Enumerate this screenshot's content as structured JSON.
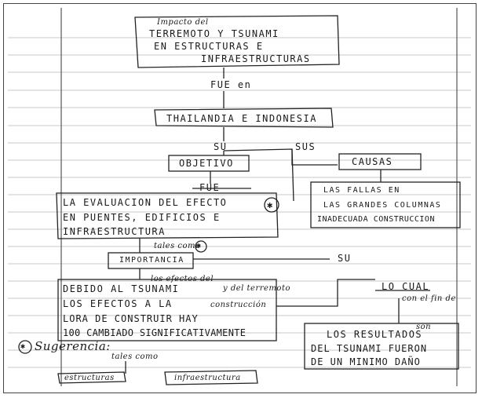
{
  "title_box": {
    "line1": "Impacto del",
    "line2": "TERREMOTO  Y  TSUNAMI",
    "line3": "EN ESTRUCTURAS   E",
    "line4": "INFRAESTRUCTURAS"
  },
  "connector_fue_en": "FUE  en",
  "country_box": "THAILANDIA  E  INDONESIA",
  "connector_su_1": "SU",
  "connector_sus": "SUS",
  "objective_box": "OBJETIVO",
  "causes_box": "CAUSAS",
  "connector_fue_2": "FUE",
  "evaluation_box": {
    "line1": "LA  EVALUACION  DEL  EFECTO",
    "line2": "EN  PUENTES, EDIFICIOS  E",
    "line3": "INFRAESTRUCTURA"
  },
  "star_symbol": "✱",
  "causes_list": {
    "line1": "LAS  FALLAS  EN",
    "line2": "LAS  GRANDES  COLUMNAS",
    "line3": "INADECUADA  CONSTRUCCION"
  },
  "tales_como_1": "tales como",
  "importance_box": "IMPORTANCIA",
  "connector_su_2": "SU",
  "effects_box": {
    "note_top": "los efectos del",
    "note_right": "y del terremoto",
    "line1": "DEBIDO  AL  TSUNAMI",
    "line2": "LOS  EFECTOS  A  LA",
    "line2_hand": "construcción",
    "line3": "LORA  DE  CONSTRUIR  HAY",
    "line4": "100  CAMBIADO  SIGNIFICATIVAMENTE"
  },
  "lo_cual": "LO  CUAL",
  "con_el_fin_de": "con el fin de",
  "results_box": {
    "line1": "LOS  RESULTADOS",
    "line1_note": "son",
    "line2": "DEL  TSUNAMI  FUERON",
    "line3": "DE  UN  MINIMO  DAÑO"
  },
  "suggestion": {
    "label": "Sugerencia:",
    "tales_como": "tales como",
    "box_left": "estructuras",
    "box_right": "infraestructura"
  }
}
